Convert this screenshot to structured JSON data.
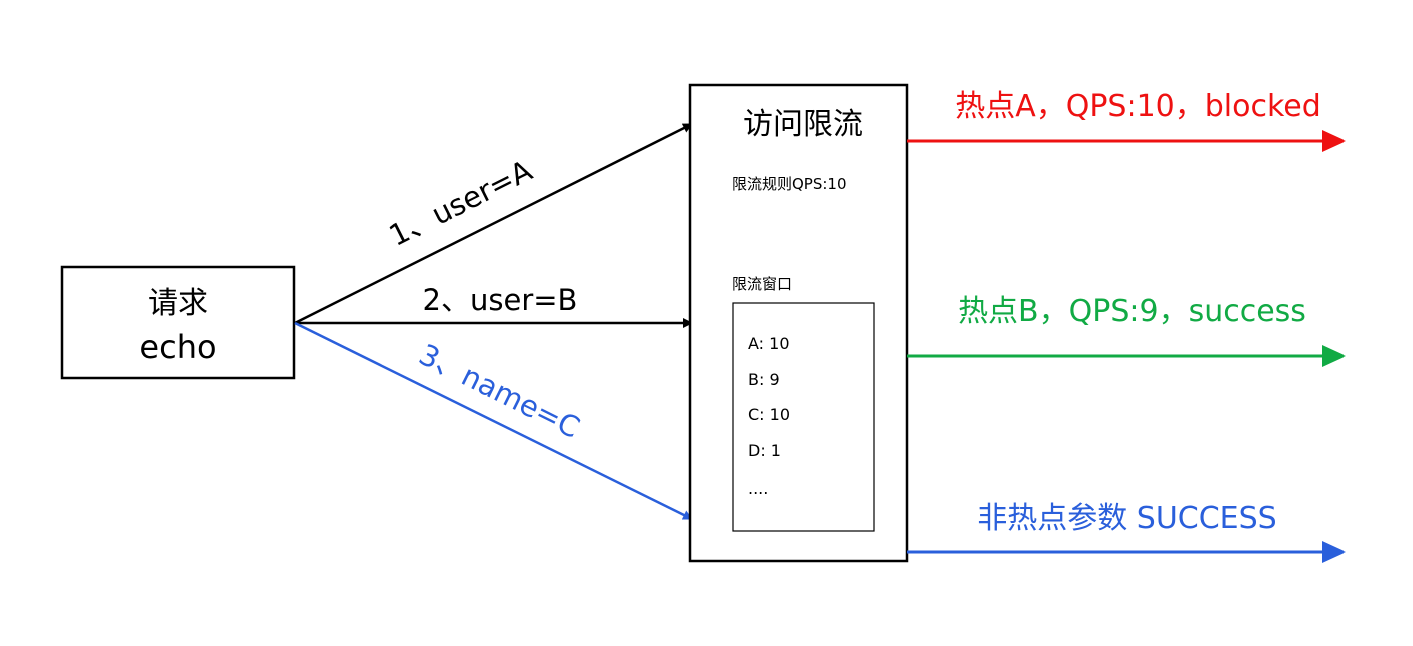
{
  "request": {
    "line1": "请求",
    "line2": "echo"
  },
  "inputs": [
    {
      "label": "1、user=A",
      "color": "#000000"
    },
    {
      "label": "2、user=B",
      "color": "#000000"
    },
    {
      "label": "3、name=C",
      "color": "#2a5fdb"
    }
  ],
  "limiter": {
    "title": "访问限流",
    "rule": "限流规则QPS:10",
    "window_title": "限流窗口",
    "window_entries": [
      "A: 10",
      "B: 9",
      "C: 10",
      "D: 1",
      "...."
    ]
  },
  "outputs": [
    {
      "label": "热点A，QPS:10，blocked",
      "color": "#ee1111"
    },
    {
      "label": "热点B，QPS:9，success",
      "color": "#11aa44"
    },
    {
      "label": "非热点参数 SUCCESS",
      "color": "#2a5fdb"
    }
  ]
}
